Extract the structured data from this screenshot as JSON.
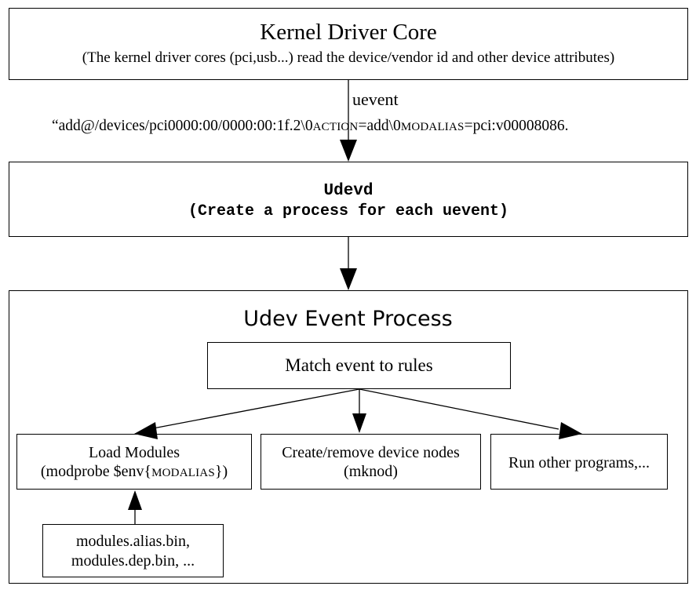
{
  "kernel": {
    "title": "Kernel Driver Core",
    "subtitle": "(The kernel driver cores (pci,usb...) read the device/vendor id and other device attributes)"
  },
  "uevent": {
    "label": "uevent",
    "string_part1": "“add@/devices/pci0000:00/0000:00:1f.2\\0",
    "string_part2": "ACTION",
    "string_part3": "=add\\0",
    "string_part4": "MODALIAS",
    "string_part5": "=pci:v00008086."
  },
  "udevd": {
    "title": "Udevd",
    "subtitle": "(Create a process for each uevent)"
  },
  "process": {
    "title": "Udev Event Process",
    "match_label": "Match event to rules",
    "load_line1": "Load Modules",
    "load_line2_a": "(modprobe $env{",
    "load_line2_b": "MODALIAS",
    "load_line2_c": "})",
    "nodes_line1": "Create/remove device nodes",
    "nodes_line2": "(mknod)",
    "run_label": "Run other programs,...",
    "mods_line1": "modules.alias.bin,",
    "mods_line2": "modules.dep.bin, ..."
  }
}
